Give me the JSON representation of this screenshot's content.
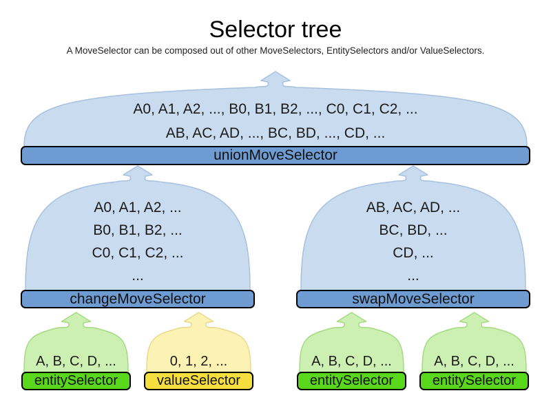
{
  "title": "Selector tree",
  "subtitle": "A MoveSelector can be composed out of other MoveSelectors, EntitySelectors and/or ValueSelectors.",
  "colors": {
    "blue_fill": "#c9dbef",
    "blue_stroke": "#a7c0dd",
    "blue_bar": "#6e9cd2",
    "green_fill": "#ccefb2",
    "green_stroke": "#a3db7f",
    "green_bar": "#58d71c",
    "yellow_fill": "#fcf2b3",
    "yellow_stroke": "#e8d98a",
    "yellow_bar": "#f7de3f",
    "bar_border": "#000000",
    "text": "#1a1a1a"
  },
  "nodes": [
    {
      "id": "union",
      "label": "unionMoveSelector",
      "family": "blue",
      "lines": [
        "A0, A1, A2, ..., B0, B1, B2, ..., C0, C1, C2, ...",
        "AB, AC, AD, ..., BC, BD, ..., CD, ..."
      ]
    },
    {
      "id": "change",
      "label": "changeMoveSelector",
      "family": "blue",
      "lines": [
        "A0, A1, A2, ...",
        "B0, B1, B2, ...",
        "C0, C1, C2, ...",
        "..."
      ]
    },
    {
      "id": "swap",
      "label": "swapMoveSelector",
      "family": "blue",
      "lines": [
        "AB, AC, AD, ...",
        "BC, BD, ...",
        "CD, ...",
        "..."
      ]
    },
    {
      "id": "entity1",
      "label": "entitySelector",
      "family": "green",
      "lines": [
        "A, B, C, D, ..."
      ]
    },
    {
      "id": "value1",
      "label": "valueSelector",
      "family": "yellow",
      "lines": [
        "0, 1, 2, ..."
      ]
    },
    {
      "id": "entity2",
      "label": "entitySelector",
      "family": "green",
      "lines": [
        "A, B, C, D, ..."
      ]
    },
    {
      "id": "entity3",
      "label": "entitySelector",
      "family": "green",
      "lines": [
        "A, B, C, D, ..."
      ]
    }
  ]
}
